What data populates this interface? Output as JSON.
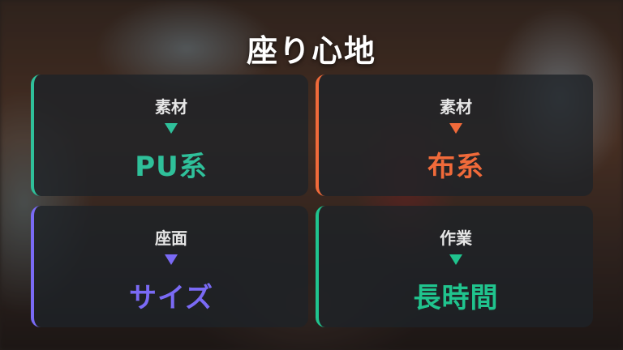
{
  "title": "座り心地",
  "cards": [
    {
      "label": "素材",
      "value": "PU系",
      "color": "#2fc09a"
    },
    {
      "label": "素材",
      "value": "布系",
      "color": "#f06a3a"
    },
    {
      "label": "座面",
      "value": "サイズ",
      "color": "#7a6af5"
    },
    {
      "label": "作業",
      "value": "長時間",
      "color": "#20c48e"
    }
  ],
  "icons": {
    "arrow": "down-triangle-icon"
  }
}
